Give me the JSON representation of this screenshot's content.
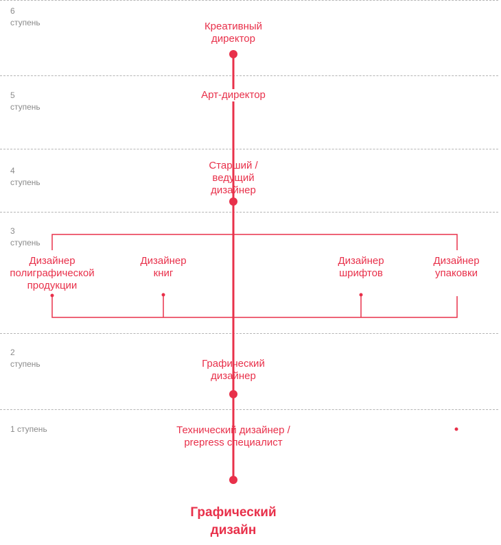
{
  "levels": [
    {
      "label": "6\nступень"
    },
    {
      "label": "5\nступень"
    },
    {
      "label": "4\nступень"
    },
    {
      "label": "3\nступень"
    },
    {
      "label": "2\nступень"
    },
    {
      "label": "1 ступень"
    }
  ],
  "nodes": {
    "creative_director": "Креативный\nдиректор",
    "art_director": "Арт-директор",
    "senior_designer": "Старший /\nведущий\nдизайнер",
    "print_designer": "Дизайнер\nполиграфической\nпродукции",
    "book_designer": "Дизайнер\nкниг",
    "font_designer": "Дизайнер\nшрифтов",
    "package_designer": "Дизайнер\nупаковки",
    "graphic_designer": "Графический\nдизайнер",
    "technical_designer": "Технический дизайнер /\nprepress специалист"
  },
  "root_title": "Графический\nдизайн",
  "colors": {
    "accent": "#e8304a",
    "divider": "#b4b4b4",
    "level_text": "#8a8a8a"
  }
}
